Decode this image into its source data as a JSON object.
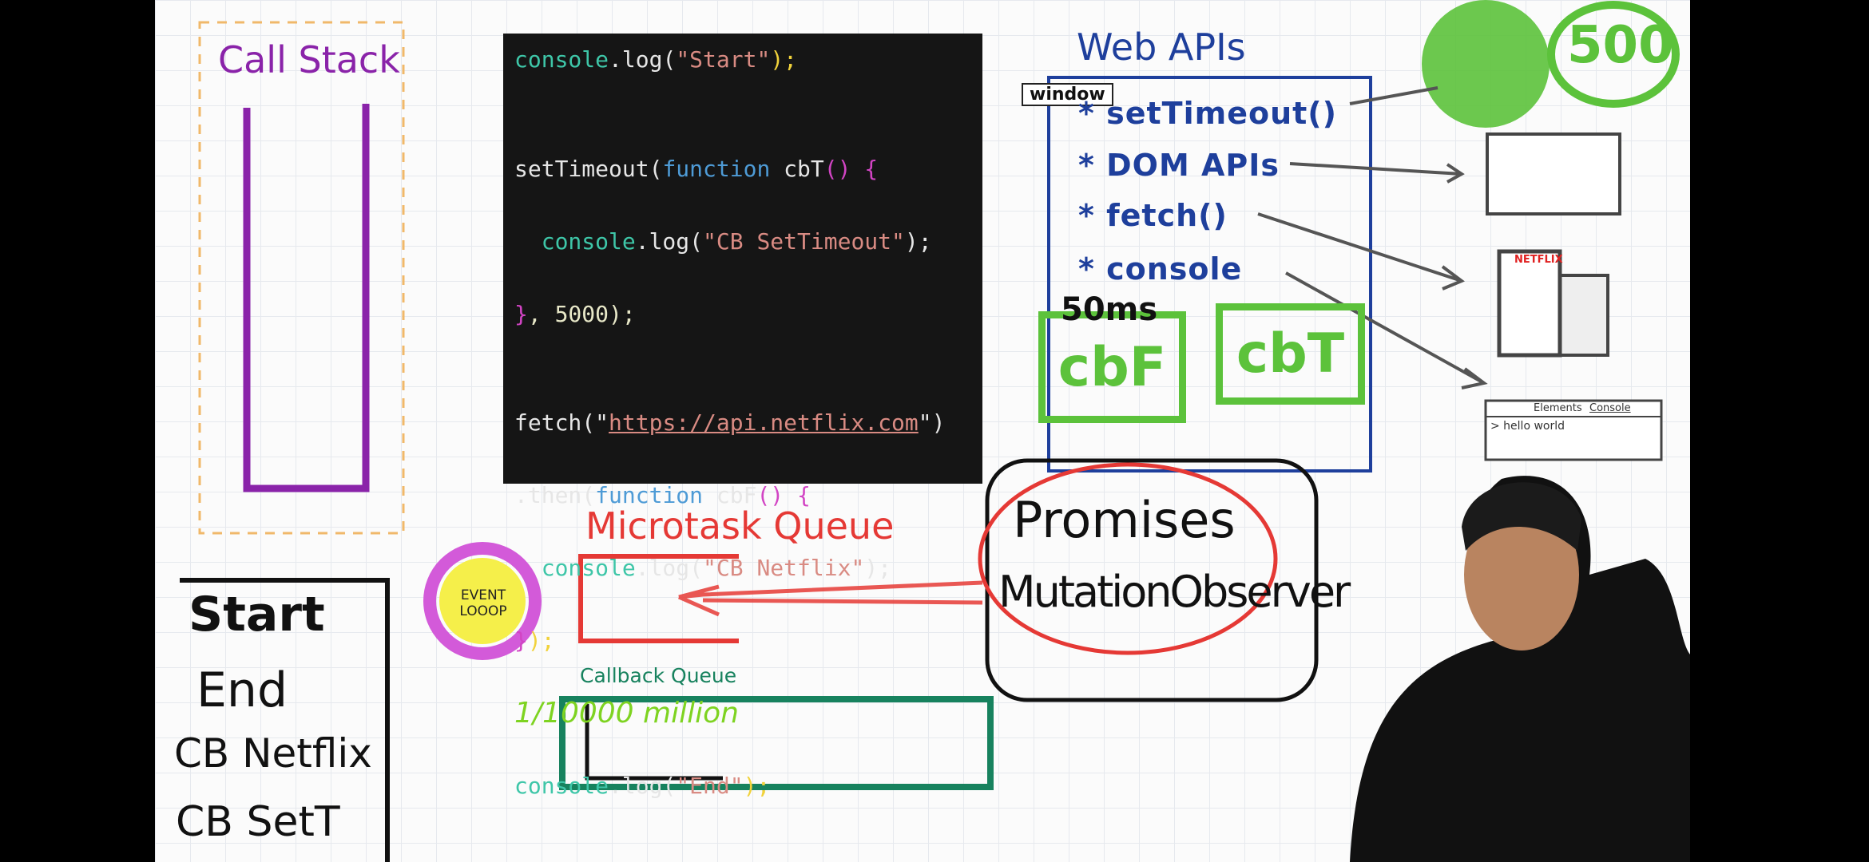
{
  "call_stack": {
    "title": "Call Stack"
  },
  "code": {
    "lines": [
      {
        "parts": [
          "console",
          ".log(",
          "\"Start\"",
          ");"
        ]
      },
      {
        "parts": [
          "setTimeout(",
          "function",
          " cbT",
          "() {"
        ]
      },
      {
        "parts": [
          "  console",
          ".log(",
          "\"CB SetTimeout\"",
          ");"
        ]
      },
      {
        "parts": [
          "}",
          ", 5000);"
        ]
      },
      {
        "parts": [
          "fetch(\"",
          "https://api.netflix.com",
          "\")"
        ]
      },
      {
        "parts": [
          ".then(",
          "function",
          " cbF",
          "() {"
        ]
      },
      {
        "parts": [
          "  console",
          ".log(",
          "\"CB Netflix\"",
          ");"
        ]
      },
      {
        "parts": [
          "}",
          ");"
        ]
      },
      {
        "parts": [
          "console",
          ".log(",
          "\"End\"",
          ");"
        ]
      }
    ],
    "annotation": "1/10000 million"
  },
  "web_apis": {
    "title": "Web APIs",
    "window_label": "window",
    "items": [
      "* setTimeout()",
      "* DOM APIs",
      "* fetch()",
      "* console"
    ],
    "timer_label": "50ms",
    "callbacks": [
      "cbF",
      "cbT"
    ],
    "badge": "500"
  },
  "sketches": {
    "netflix": "NETFLIX",
    "devtools_tabs": [
      "Elements",
      "Console"
    ],
    "devtools_output": "> hello world"
  },
  "microtask_queue": {
    "label": "Microtask Queue",
    "sources": [
      "Promises",
      "MutationObserver"
    ]
  },
  "event_loop": {
    "label": "EVENT LOOOP"
  },
  "callback_queue": {
    "label": "Callback Queue"
  },
  "console_output": {
    "lines": [
      "Start",
      "End",
      "CB Netflix",
      "CB SetT"
    ]
  },
  "colors": {
    "purple": "#8a23a9",
    "blue": "#1e3f9c",
    "green": "#5cc23b",
    "red": "#e53935",
    "teal": "#17825e"
  }
}
